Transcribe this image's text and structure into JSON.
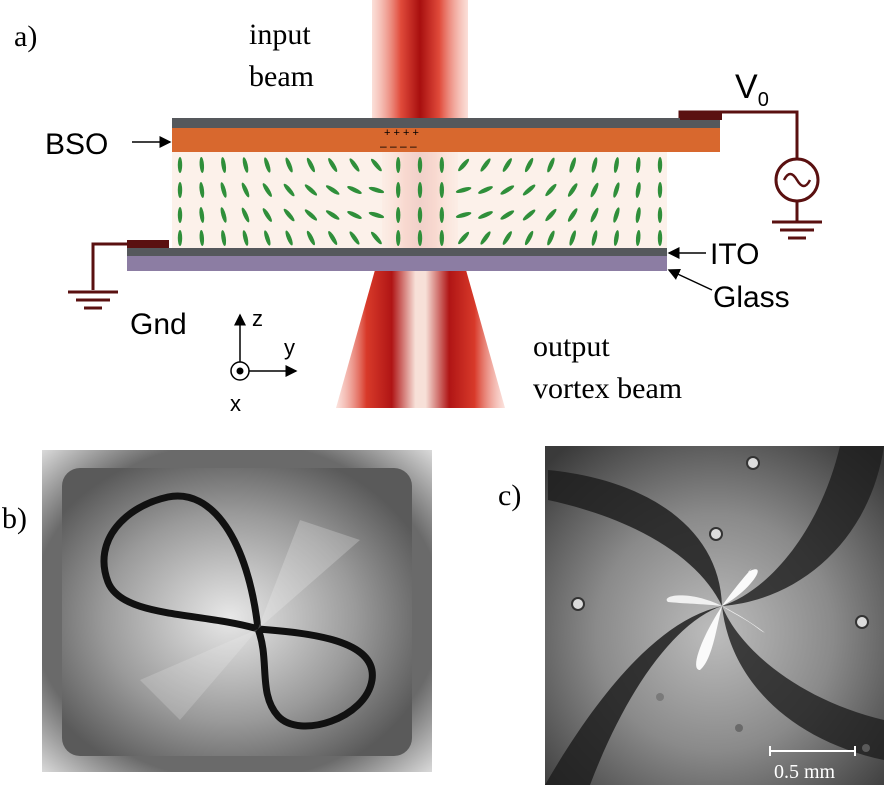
{
  "panels": {
    "a": {
      "label": "a)"
    },
    "b": {
      "label": "b)"
    },
    "c": {
      "label": "c)"
    }
  },
  "labels": {
    "input_beam_line1": "input",
    "input_beam_line2": "beam",
    "output_line1": "output",
    "output_line2": "vortex beam",
    "bso": "BSO",
    "ito": "ITO",
    "glass": "Glass",
    "gnd": "Gnd",
    "v0_main": "V",
    "v0_sub": "0",
    "axis_z": "z",
    "axis_y": "y",
    "axis_x": "x",
    "charges_plus": "+ + + +",
    "charges_minus": "– – – –",
    "scale_bar": "0.5 mm"
  },
  "colors": {
    "bso": "#d8682e",
    "electrode": "#55585c",
    "glass": "#8c7da3",
    "lc_molecule": "#2f8f3a",
    "wire": "#5a1010",
    "beam": "#cc2222",
    "lc_fill": "#fbeee6"
  },
  "icons": [
    "ac-source-icon",
    "ground-icon",
    "out-of-plane-x-icon"
  ]
}
